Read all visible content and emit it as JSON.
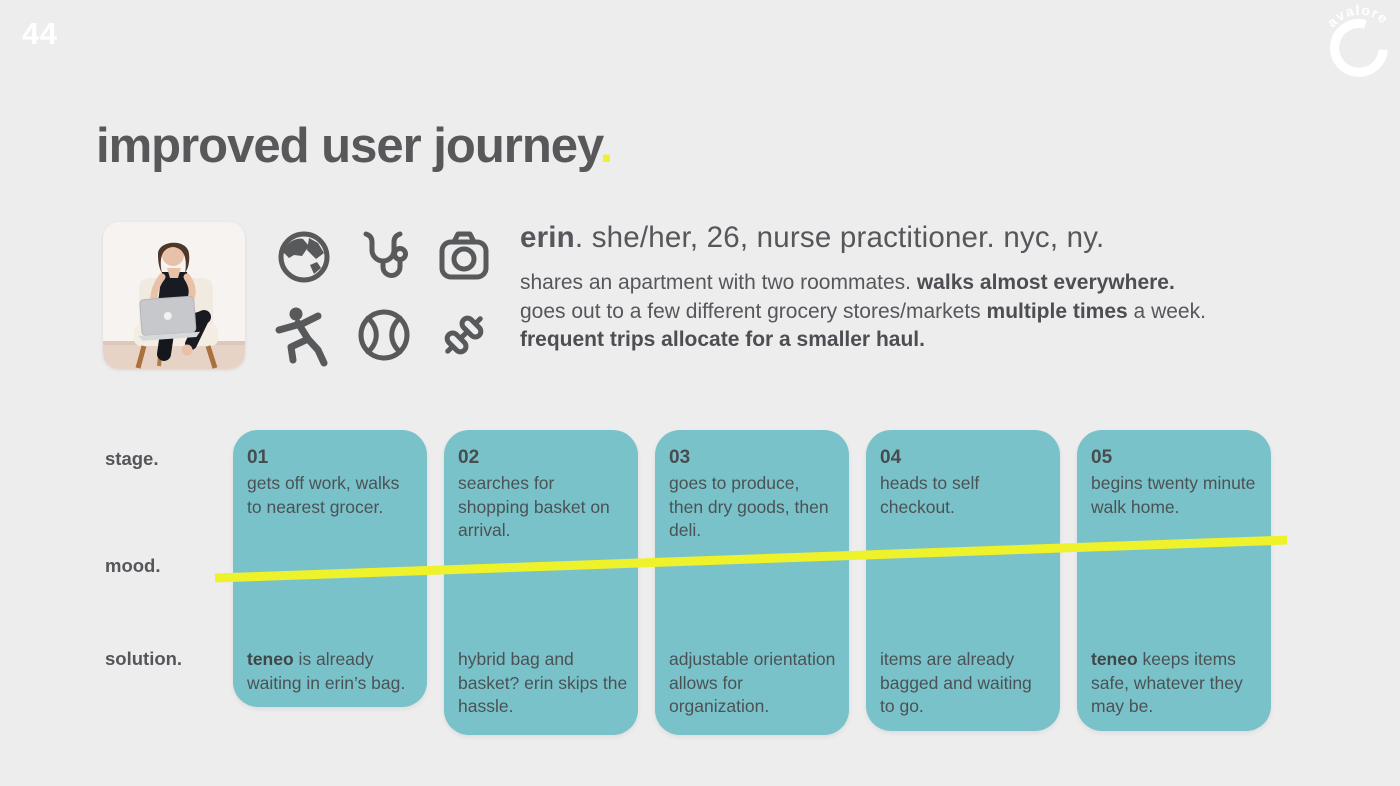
{
  "page": {
    "number": "44"
  },
  "logo": {
    "brand": "avalore"
  },
  "title": {
    "text": "improved user journey",
    "period": "."
  },
  "theme": {
    "background": "#ededee",
    "card_teal": "#7ac2c9",
    "accent_yellow": "#edf22b",
    "title_text": "#58585a",
    "body_text": "#55575b",
    "card_text": "#4b5255",
    "label_text": "#55565a",
    "icon_gray": "#58595b",
    "white": "#ffffff"
  },
  "persona": {
    "headline_segments": [
      {
        "text": "erin",
        "bold": true
      },
      {
        "text": ". she/her, 26, nurse practitioner. nyc, ny."
      }
    ],
    "description_lines": [
      [
        {
          "text": "shares an apartment with two roommates. "
        },
        {
          "text": "walks almost everywhere.",
          "bold": true
        }
      ],
      [
        {
          "text": "goes out to a few different grocery stores/markets "
        },
        {
          "text": "multiple times",
          "bold": true
        },
        {
          "text": " a week."
        }
      ],
      [
        {
          "text": "frequent trips allocate for a smaller haul.",
          "bold": true
        }
      ]
    ],
    "icons": [
      "globe-icon",
      "stethoscope-icon",
      "camera-icon",
      "runner-icon",
      "tennis-ball-icon",
      "dumbbell-icon"
    ]
  },
  "journey": {
    "row_labels": {
      "stage": "stage.",
      "mood": "mood.",
      "solution": "solution."
    },
    "cards": [
      {
        "number": "01",
        "stage": "gets off work, walks to nearest grocer.",
        "solution_segments": [
          {
            "text": "teneo",
            "bold": true
          },
          {
            "text": " is already waiting in erin’s bag."
          }
        ]
      },
      {
        "number": "02",
        "stage": "searches for shopping basket on arrival.",
        "solution_segments": [
          {
            "text": "hybrid bag and basket? erin skips the hassle."
          }
        ]
      },
      {
        "number": "03",
        "stage": "goes to produce, then dry goods, then deli.",
        "solution_segments": [
          {
            "text": "adjustable orientation allows for organization."
          }
        ]
      },
      {
        "number": "04",
        "stage": "heads to self checkout.",
        "solution_segments": [
          {
            "text": "items are already bagged and waiting to go."
          }
        ]
      },
      {
        "number": "05",
        "stage": "begins twenty minute walk home.",
        "solution_segments": [
          {
            "text": "teneo",
            "bold": true
          },
          {
            "text": " keeps items safe, whatever they may be."
          }
        ]
      }
    ]
  }
}
